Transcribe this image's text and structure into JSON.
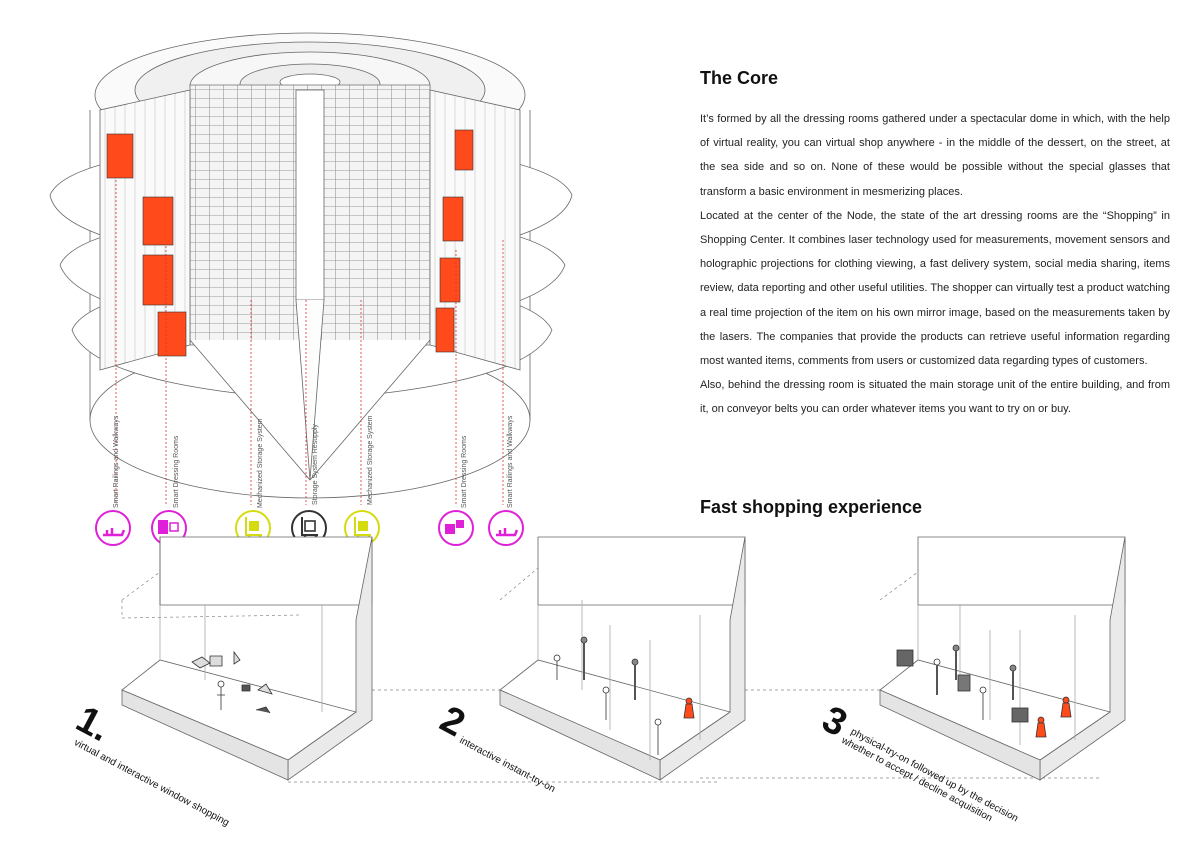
{
  "core": {
    "title": "The Core",
    "paragraphs": [
      "It’s formed by all the dressing rooms gathered under a spectacular dome in which, with the help of virtual reality, you can virtual shop anywhere - in the middle of the dessert, on the street, at the sea side and so on. None of these would be possible without the special glasses that transform a basic environment in mesmerizing places.",
      "Located at the center of the Node, the state of the art dressing rooms are the “Shopping” in Shopping Center. It combines laser technology used for measurements, movement sensors and holographic projections for clothing viewing, a fast delivery system, social media sharing, items review, data reporting and other useful utilities. The shopper can virtually test a product watching a real time projection of the item on his own mirror image, based on the measurements taken by the lasers. The companies that provide the products can retrieve useful information regarding most wanted items, comments from users or customized data regarding types of customers.",
      "Also, behind the dressing room is situated the main storage unit of the entire building, and from it, on conveyor belts you can order whatever items you want to try on or buy."
    ]
  },
  "fast": {
    "title": "Fast shopping experience"
  },
  "core_labels": [
    "Smart Railings and Walkways",
    "Smart Dressing Rooms",
    "Mechanized Storage System",
    "Storage System Resupply",
    "Mechanized Storage System",
    "Smart Dressing Rooms",
    "Smart Railings and Walkways"
  ],
  "icons": [
    {
      "name": "walkway-icon",
      "color": "#e020d8"
    },
    {
      "name": "dressing-room-icon",
      "color": "#e020d8"
    },
    {
      "name": "storage-cart-icon",
      "color": "#d4dc10"
    },
    {
      "name": "resupply-cart-icon",
      "color": "#333333"
    },
    {
      "name": "storage-cart-icon",
      "color": "#d4dc10"
    },
    {
      "name": "dressing-room-icon",
      "color": "#e020d8"
    },
    {
      "name": "walkway-icon",
      "color": "#e020d8"
    }
  ],
  "steps": [
    {
      "num": "1.",
      "caption": [
        "virtual and interactive window shopping"
      ]
    },
    {
      "num": "2",
      "caption": [
        "interactive instant-try-on"
      ]
    },
    {
      "num": "3",
      "caption": [
        "physical-try-on followed up by  the decision",
        "whether to accept / decline acquisition"
      ]
    }
  ],
  "accent": "#ff4a1c"
}
